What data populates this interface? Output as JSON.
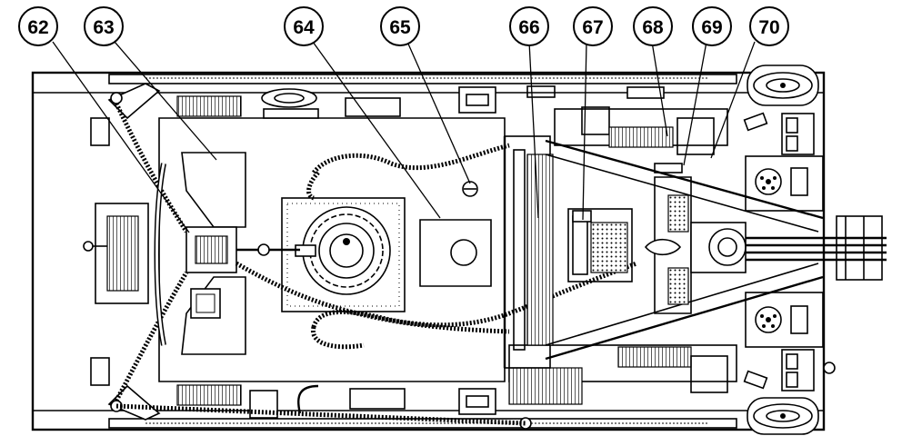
{
  "callouts": [
    {
      "id": "c62",
      "label": "62"
    },
    {
      "id": "c63",
      "label": "63"
    },
    {
      "id": "c64",
      "label": "64"
    },
    {
      "id": "c65",
      "label": "65"
    },
    {
      "id": "c66",
      "label": "66"
    },
    {
      "id": "c67",
      "label": "67"
    },
    {
      "id": "c68",
      "label": "68"
    },
    {
      "id": "c69",
      "label": "69"
    },
    {
      "id": "c70",
      "label": "70"
    }
  ]
}
